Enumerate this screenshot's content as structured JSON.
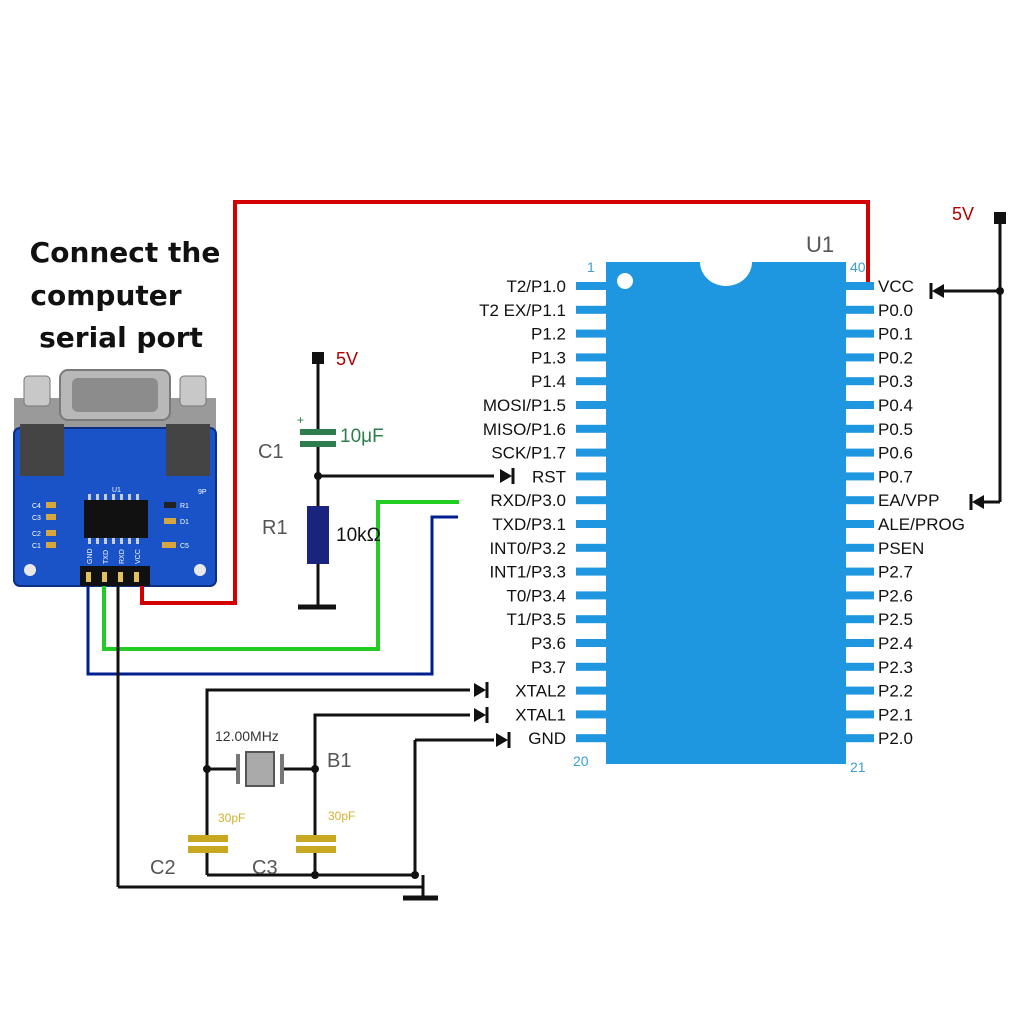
{
  "caption": [
    "Connect the",
    "computer",
    "serial port"
  ],
  "chip": {
    "name": "U1",
    "pin_numbers": {
      "top_left": "1",
      "top_right": "40",
      "bottom_left": "20",
      "bottom_right": "21"
    },
    "left_pins": [
      "T2/P1.0",
      "T2 EX/P1.1",
      "P1.2",
      "P1.3",
      "P1.4",
      "MOSI/P1.5",
      "MISO/P1.6",
      "SCK/P1.7",
      "RST",
      "RXD/P3.0",
      "TXD/P3.1",
      "INT0/P3.2",
      "INT1/P3.3",
      "T0/P3.4",
      "T1/P3.5",
      "P3.6",
      "P3.7",
      "XTAL2",
      "XTAL1",
      "GND"
    ],
    "right_pins": [
      "VCC",
      "P0.0",
      "P0.1",
      "P0.2",
      "P0.3",
      "P0.4",
      "P0.5",
      "P0.6",
      "P0.7",
      "EA/VPP",
      "ALE/PROG",
      "PSEN",
      "P2.7",
      "P2.6",
      "P2.5",
      "P2.4",
      "P2.3",
      "P2.2",
      "P2.1",
      "P2.0"
    ]
  },
  "power": {
    "top_right": "5V",
    "left": "5V"
  },
  "c1": {
    "name": "C1",
    "value": "10μF"
  },
  "r1": {
    "name": "R1",
    "value": "10kΩ"
  },
  "crystal": {
    "name": "B1",
    "value": "12.00MHz"
  },
  "c2": {
    "name": "C2",
    "value": "30pF"
  },
  "c3": {
    "name": "C3",
    "value": "30pF"
  },
  "module": {
    "header_pins": [
      "GND",
      "TXD",
      "RXD",
      "VCC"
    ],
    "chip_label": "U1",
    "labels": [
      "C4",
      "C3",
      "C2",
      "C1",
      "R1",
      "D1",
      "C5",
      "9P"
    ]
  },
  "colors": {
    "vcc_wire": "#d40000",
    "rxd_wire": "#22cc22",
    "txd_wire": "#001f8f",
    "chip_body": "#1e96e0",
    "pcb": "#1a52c8"
  }
}
